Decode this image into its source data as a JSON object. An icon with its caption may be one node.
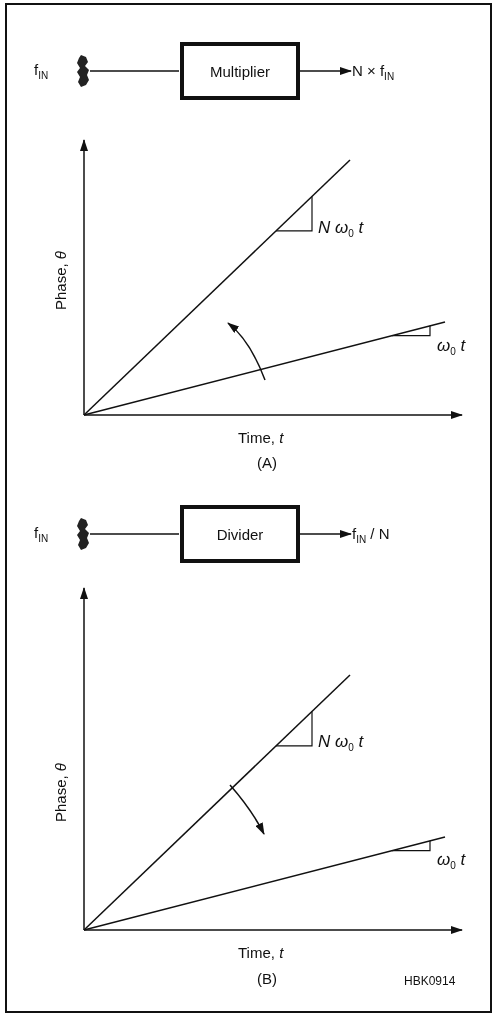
{
  "diagram": {
    "nodes": [
      {
        "text": [
          "f$_{IN}$"
        ]
      },
      {
        "text": [
          "Multiplier"
        ]
      },
      {
        "text": [
          "N × f$_{IN}$"
        ]
      },
      {
        "text": [
          "f$_{IN}$"
        ]
      },
      {
        "text": [
          "Divider"
        ]
      },
      {
        "text": [
          "f$_{IN}$ / N"
        ]
      }
    ],
    "edges": [
      {
        "from": 0,
        "to": 1,
        "arrow": "none"
      },
      {
        "from": 1,
        "to": 2,
        "arrow": "to"
      },
      {
        "from": 3,
        "to": 4,
        "arrow": "none"
      },
      {
        "from": 4,
        "to": 5,
        "arrow": "to"
      }
    ],
    "labels": [
      "Phase, *θ*",
      "*N ω*$_{0}$ *t*",
      "*ω*$_{0}$ *t*",
      "Time, *t*",
      "(A)",
      "Phase, *θ*",
      "*N ω*$_{0}$ *t*",
      "*ω*$_{0}$ *t*",
      "Time, *t*",
      "(B)",
      "HBK0914"
    ]
  }
}
